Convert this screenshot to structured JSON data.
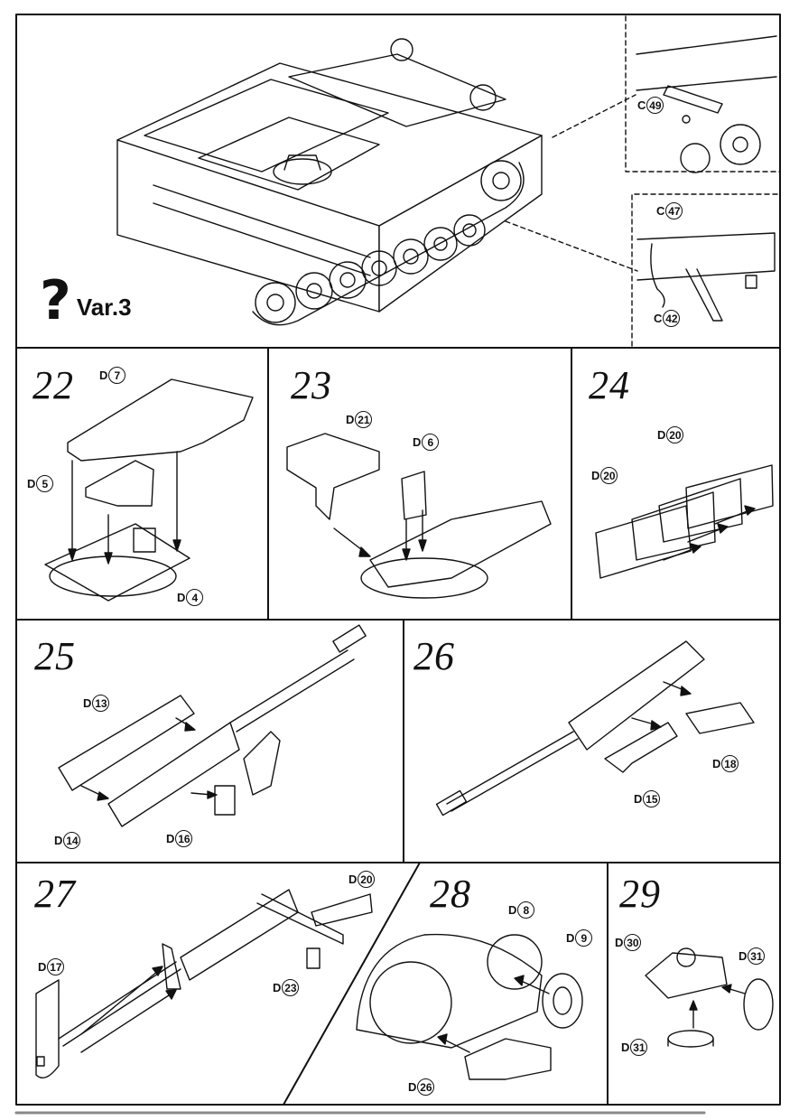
{
  "header": {
    "variant_symbol": "?",
    "variant_label": "Var.3",
    "callouts": [
      {
        "prefix": "C",
        "num": "49"
      },
      {
        "prefix": "C",
        "num": "47"
      },
      {
        "prefix": "C",
        "num": "42"
      }
    ]
  },
  "steps": [
    {
      "number": "22",
      "parts": [
        {
          "prefix": "D",
          "num": "7"
        },
        {
          "prefix": "D",
          "num": "5"
        },
        {
          "prefix": "D",
          "num": "4"
        }
      ]
    },
    {
      "number": "23",
      "parts": [
        {
          "prefix": "D",
          "num": "21"
        },
        {
          "prefix": "D",
          "num": "6"
        }
      ]
    },
    {
      "number": "24",
      "parts": [
        {
          "prefix": "D",
          "num": "20"
        },
        {
          "prefix": "D",
          "num": "20"
        }
      ]
    },
    {
      "number": "25",
      "parts": [
        {
          "prefix": "D",
          "num": "13"
        },
        {
          "prefix": "D",
          "num": "14"
        },
        {
          "prefix": "D",
          "num": "16"
        }
      ]
    },
    {
      "number": "26",
      "parts": [
        {
          "prefix": "D",
          "num": "18"
        },
        {
          "prefix": "D",
          "num": "15"
        }
      ]
    },
    {
      "number": "27",
      "parts": [
        {
          "prefix": "D",
          "num": "20"
        },
        {
          "prefix": "D",
          "num": "17"
        },
        {
          "prefix": "D",
          "num": "23"
        }
      ]
    },
    {
      "number": "28",
      "parts": [
        {
          "prefix": "D",
          "num": "8"
        },
        {
          "prefix": "D",
          "num": "9"
        },
        {
          "prefix": "D",
          "num": "26"
        }
      ]
    },
    {
      "number": "29",
      "parts": [
        {
          "prefix": "D",
          "num": "30"
        },
        {
          "prefix": "D",
          "num": "31"
        },
        {
          "prefix": "D",
          "num": "31"
        }
      ]
    }
  ]
}
